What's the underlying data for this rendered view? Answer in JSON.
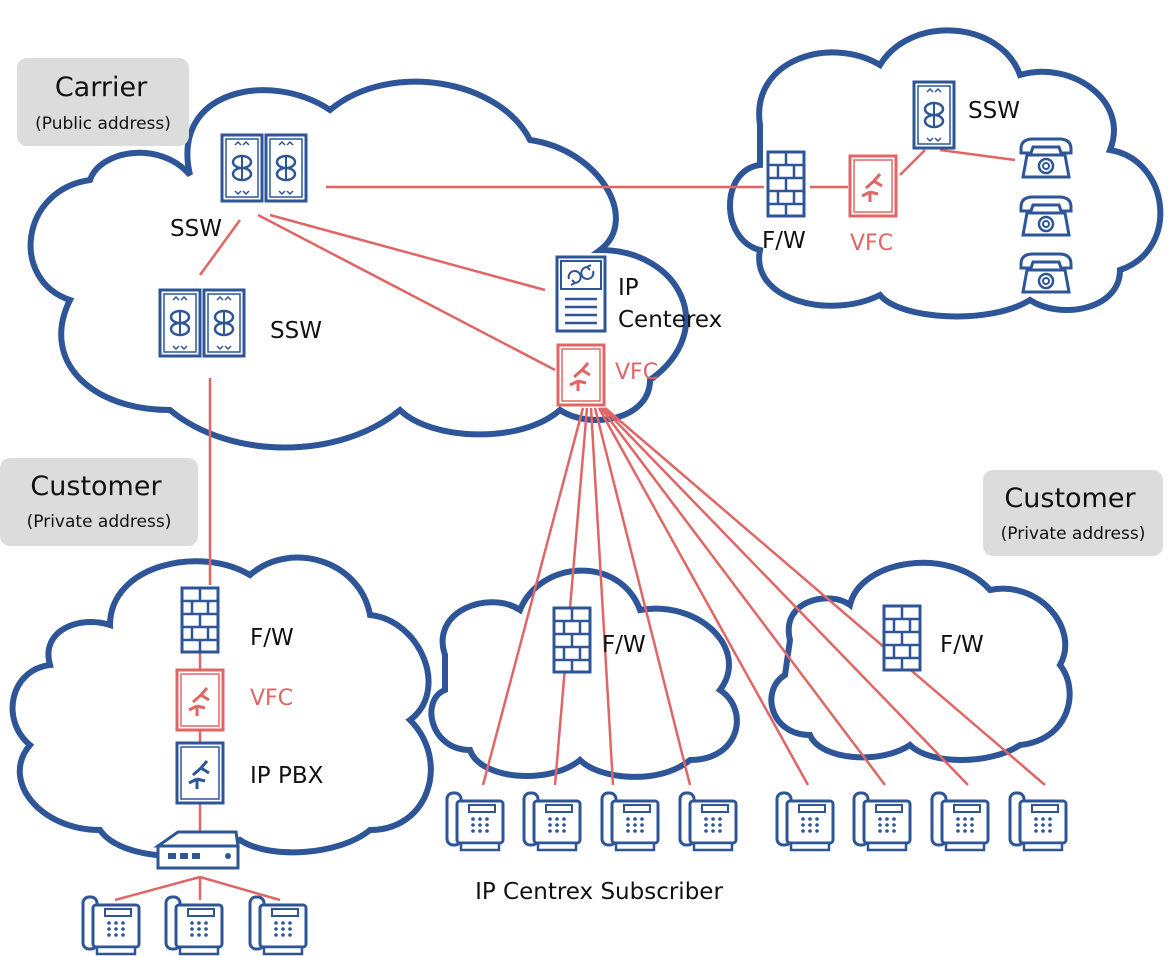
{
  "colors": {
    "cloud": "#2e5597",
    "icon": "#2e5597",
    "link": "#e06666",
    "vfc": "#e06666",
    "label_box": "#dcdcdc",
    "text": "#111111"
  },
  "regions": {
    "carrier": {
      "title": "Carrier",
      "subtitle": "(Public address)"
    },
    "customer_left": {
      "title": "Customer",
      "subtitle": "(Private address)"
    },
    "customer_right": {
      "title": "Customer",
      "subtitle": "(Private address)"
    }
  },
  "labels": {
    "ssw_top": "SSW",
    "ssw_mid": "SSW",
    "ssw_right": "SSW",
    "ip_centerex_line1": "IP",
    "ip_centerex_line2": "Centerex",
    "vfc_carrier": "VFC",
    "fw_right": "F/W",
    "vfc_right": "VFC",
    "fw_left": "F/W",
    "vfc_left": "VFC",
    "ip_pbx": "IP PBX",
    "fw_center": "F/W",
    "fw_center_right": "F/W",
    "subscriber_caption": "IP Centrex Subscriber"
  },
  "icons": {
    "softswitch": "softswitch-icon",
    "ip_centerex": "ip-centerex-server-icon",
    "vfc": "vfc-icon",
    "firewall": "firewall-icon",
    "ip_pbx": "ip-pbx-icon",
    "hub": "network-hub-icon",
    "analog_phone": "analog-phone-icon",
    "ip_phone": "ip-phone-icon"
  }
}
